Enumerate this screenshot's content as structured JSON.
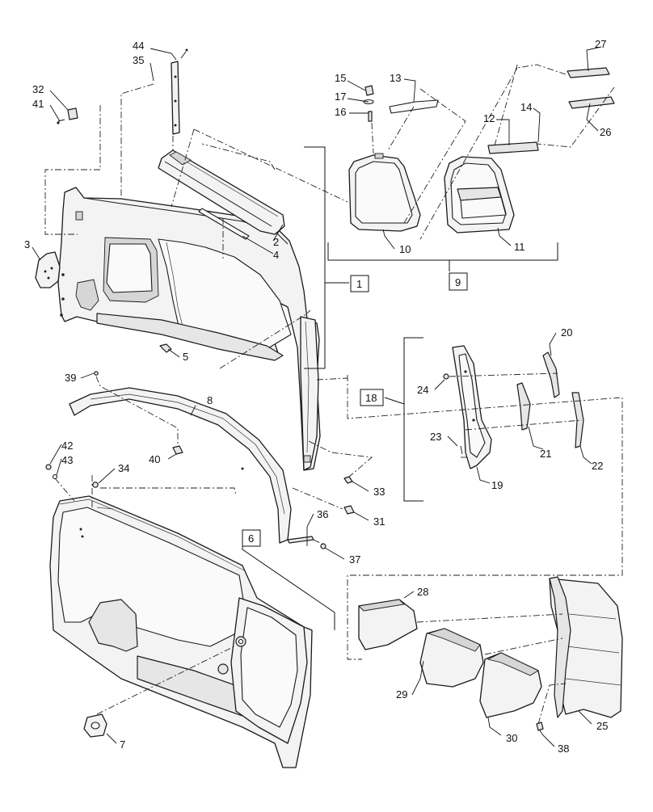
{
  "callouts": [
    {
      "id": "c44",
      "text": "44"
    },
    {
      "id": "c35",
      "text": "35"
    },
    {
      "id": "c32",
      "text": "32"
    },
    {
      "id": "c41",
      "text": "41"
    },
    {
      "id": "c3",
      "text": "3"
    },
    {
      "id": "c2",
      "text": "2"
    },
    {
      "id": "c4",
      "text": "4"
    },
    {
      "id": "c5",
      "text": "5"
    },
    {
      "id": "c15",
      "text": "15"
    },
    {
      "id": "c13",
      "text": "13"
    },
    {
      "id": "c17",
      "text": "17"
    },
    {
      "id": "c16",
      "text": "16"
    },
    {
      "id": "c27",
      "text": "27"
    },
    {
      "id": "c12",
      "text": "12"
    },
    {
      "id": "c14",
      "text": "14"
    },
    {
      "id": "c26",
      "text": "26"
    },
    {
      "id": "c10",
      "text": "10"
    },
    {
      "id": "c11",
      "text": "11"
    },
    {
      "id": "c1",
      "text": "1"
    },
    {
      "id": "c9",
      "text": "9"
    },
    {
      "id": "c20",
      "text": "20"
    },
    {
      "id": "c39",
      "text": "39"
    },
    {
      "id": "c8",
      "text": "8"
    },
    {
      "id": "c24",
      "text": "24"
    },
    {
      "id": "c18",
      "text": "18"
    },
    {
      "id": "c23",
      "text": "23"
    },
    {
      "id": "c21",
      "text": "21"
    },
    {
      "id": "c22",
      "text": "22"
    },
    {
      "id": "c19",
      "text": "19"
    },
    {
      "id": "c42",
      "text": "42"
    },
    {
      "id": "c43",
      "text": "43"
    },
    {
      "id": "c40",
      "text": "40"
    },
    {
      "id": "c34",
      "text": "34"
    },
    {
      "id": "c33",
      "text": "33"
    },
    {
      "id": "c31",
      "text": "31"
    },
    {
      "id": "c36",
      "text": "36"
    },
    {
      "id": "c6",
      "text": "6"
    },
    {
      "id": "c37",
      "text": "37"
    },
    {
      "id": "c28",
      "text": "28"
    },
    {
      "id": "c29",
      "text": "29"
    },
    {
      "id": "c30",
      "text": "30"
    },
    {
      "id": "c25",
      "text": "25"
    },
    {
      "id": "c7",
      "text": "7"
    },
    {
      "id": "c38",
      "text": "38"
    }
  ]
}
